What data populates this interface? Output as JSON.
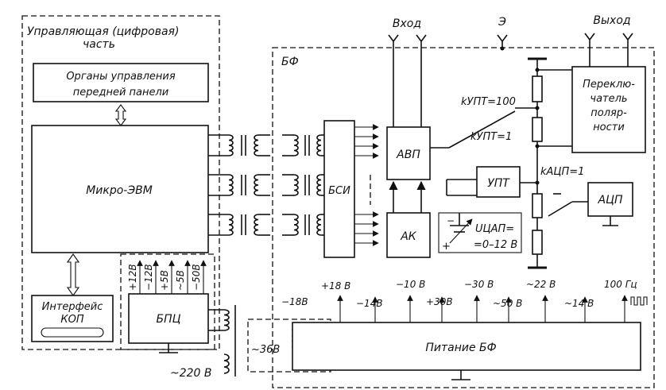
{
  "labels": {
    "control_part": "Управляющая (цифровая)",
    "control_part_2": "часть",
    "front_panel_1": "Органы управления",
    "front_panel_2": "передней панели",
    "micro_evm": "Микро-ЭВМ",
    "interface_1": "Интерфейс",
    "interface_2": "КОП",
    "bf": "БФ",
    "bsi": "БСИ",
    "avp": "АВП",
    "ak": "АК",
    "upt": "УПТ",
    "adc": "АЦП",
    "bpc": "БПЦ",
    "bf_power": "Питание БФ",
    "switch_1": "Переклю-",
    "switch_2": "чатель",
    "switch_3": "поляр-",
    "switch_4": "ности",
    "input": "Вход",
    "output": "Выход",
    "screen": "Э",
    "k_upt_100": "kУПТ=100",
    "k_upt_1": "kУПТ=1",
    "k_adc_1": "kАЦП=1",
    "u_dac": "UЦАП=",
    "u_dac_range": "=0–12 В",
    "mains_220": "~220 В",
    "ac_36": "~36В",
    "freq_100": "100 Гц"
  },
  "bpc_voltages": [
    "+12В",
    "−12В",
    "+5В",
    "~5В",
    "−50В"
  ],
  "bf_voltages": [
    {
      "top": "+18 В",
      "bottom": "−18В"
    },
    {
      "top": "",
      "bottom": "−14В"
    },
    {
      "top": "−10 В",
      "bottom": "+30В"
    },
    {
      "top": "−30 В",
      "bottom": "~50 В"
    },
    {
      "top": "~22 В",
      "bottom": "~14 В"
    }
  ]
}
